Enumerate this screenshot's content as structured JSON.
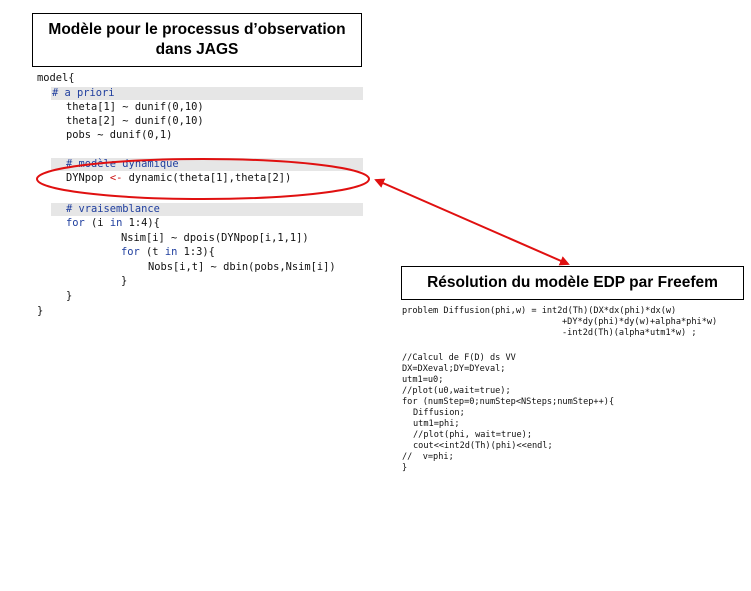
{
  "jags_title": {
    "line1": "Modèle pour le processus d’observation",
    "line2": "dans JAGS"
  },
  "freefem_title": "Résolution du modèle EDP par Freefem",
  "jags_code": {
    "l01": "model{",
    "l02": "# a priori",
    "l03": "theta[1] ~ dunif(0,10)",
    "l04": "theta[2] ~ dunif(0,10)",
    "l05": "pobs ~ dunif(0,1)",
    "l06": "# modèle dynamique",
    "l07a": "DYNpop",
    "l07b": "<-",
    "l07c": "dynamic(theta[1],theta[2])",
    "l08": "# vraisemblance",
    "l09a": "for",
    "l09b": " (i ",
    "l09c": "in",
    "l09d": " 1:4){",
    "l10": "Nsim[i] ~ dpois(DYNpop[i,1,1])",
    "l11a": "for",
    "l11b": " (t ",
    "l11c": "in",
    "l11d": " 1:3){",
    "l12": "Nobs[i,t] ~ dbin(pobs,Nsim[i])",
    "l13": "}",
    "l14": "}",
    "l15": "}"
  },
  "freefem_code": {
    "f01": "problem Diffusion(phi,w) = int2d(Th)(DX*dx(phi)*dx(w)",
    "f02": "+DY*dy(phi)*dy(w)+alpha*phi*w)",
    "f03": "-int2d(Th)(alpha*utm1*w) ;",
    "f04": "//Calcul de F(D) ds VV",
    "f05": "DX=DXeval;DY=DYeval;",
    "f06": "utm1=u0;",
    "f07": "//plot(u0,wait=true);",
    "f08": "for (numStep=0;numStep<NSteps;numStep++){",
    "f09": "Diffusion;",
    "f10": "utm1=phi;",
    "f11": "//plot(phi, wait=true);",
    "f12": "cout<<int2d(Th)(phi)<<endl;",
    "f13": "//  v=phi;",
    "f14": "}"
  },
  "colors": {
    "annotation": "#e01010",
    "keyword": "#1f3e9e",
    "highlight_bg": "#e6e6e6"
  }
}
